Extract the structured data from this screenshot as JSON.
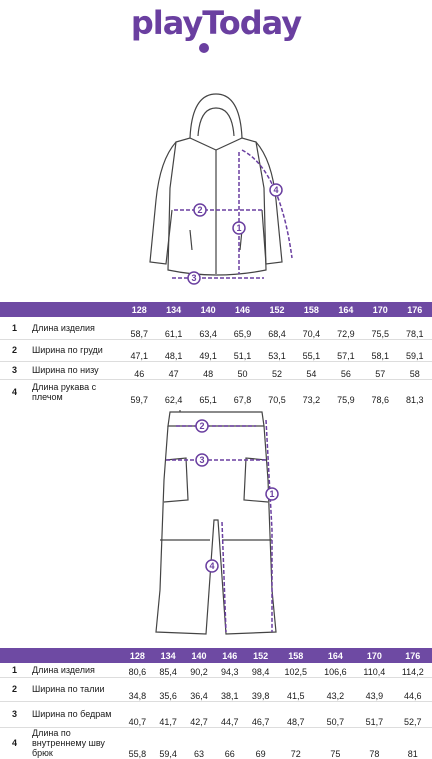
{
  "brand": {
    "name": "playToday",
    "color": "#6a3fa0"
  },
  "jacket": {
    "markers": [
      "1",
      "2",
      "3",
      "4"
    ],
    "sizes": [
      "128",
      "134",
      "140",
      "146",
      "152",
      "158",
      "164",
      "170",
      "176"
    ],
    "rows": [
      {
        "num": "1",
        "label": "Длина изделия",
        "values": [
          "58,7",
          "61,1",
          "63,4",
          "65,9",
          "68,4",
          "70,4",
          "72,9",
          "75,5",
          "78,1"
        ]
      },
      {
        "num": "2",
        "label": "Ширина по груди",
        "values": [
          "47,1",
          "48,1",
          "49,1",
          "51,1",
          "53,1",
          "55,1",
          "57,1",
          "58,1",
          "59,1"
        ]
      },
      {
        "num": "3",
        "label": "Ширина по низу",
        "values": [
          "46",
          "47",
          "48",
          "50",
          "52",
          "54",
          "56",
          "57",
          "58"
        ]
      },
      {
        "num": "4",
        "label": "Длина рукава с плечом",
        "values": [
          "59,7",
          "62,4",
          "65,1",
          "67,8",
          "70,5",
          "73,2",
          "75,9",
          "78,6",
          "81,3"
        ]
      }
    ]
  },
  "pants": {
    "markers": [
      "1",
      "2",
      "3",
      "4"
    ],
    "sizes": [
      "128",
      "134",
      "140",
      "146",
      "152",
      "158",
      "164",
      "170",
      "176"
    ],
    "rows": [
      {
        "num": "1",
        "label": "Длина изделия",
        "values": [
          "80,6",
          "85,4",
          "90,2",
          "94,3",
          "98,4",
          "102,5",
          "106,6",
          "110,4",
          "114,2"
        ]
      },
      {
        "num": "2",
        "label": "Ширина по талии",
        "values": [
          "34,8",
          "35,6",
          "36,4",
          "38,1",
          "39,8",
          "41,5",
          "43,2",
          "43,9",
          "44,6"
        ]
      },
      {
        "num": "3",
        "label": "Ширина по бедрам",
        "values": [
          "40,7",
          "41,7",
          "42,7",
          "44,7",
          "46,7",
          "48,7",
          "50,7",
          "51,7",
          "52,7"
        ]
      },
      {
        "num": "4",
        "label": "Длина по внутреннему шву брюк",
        "values": [
          "55,8",
          "59,4",
          "63",
          "66",
          "69",
          "72",
          "75",
          "78",
          "81"
        ]
      }
    ]
  }
}
